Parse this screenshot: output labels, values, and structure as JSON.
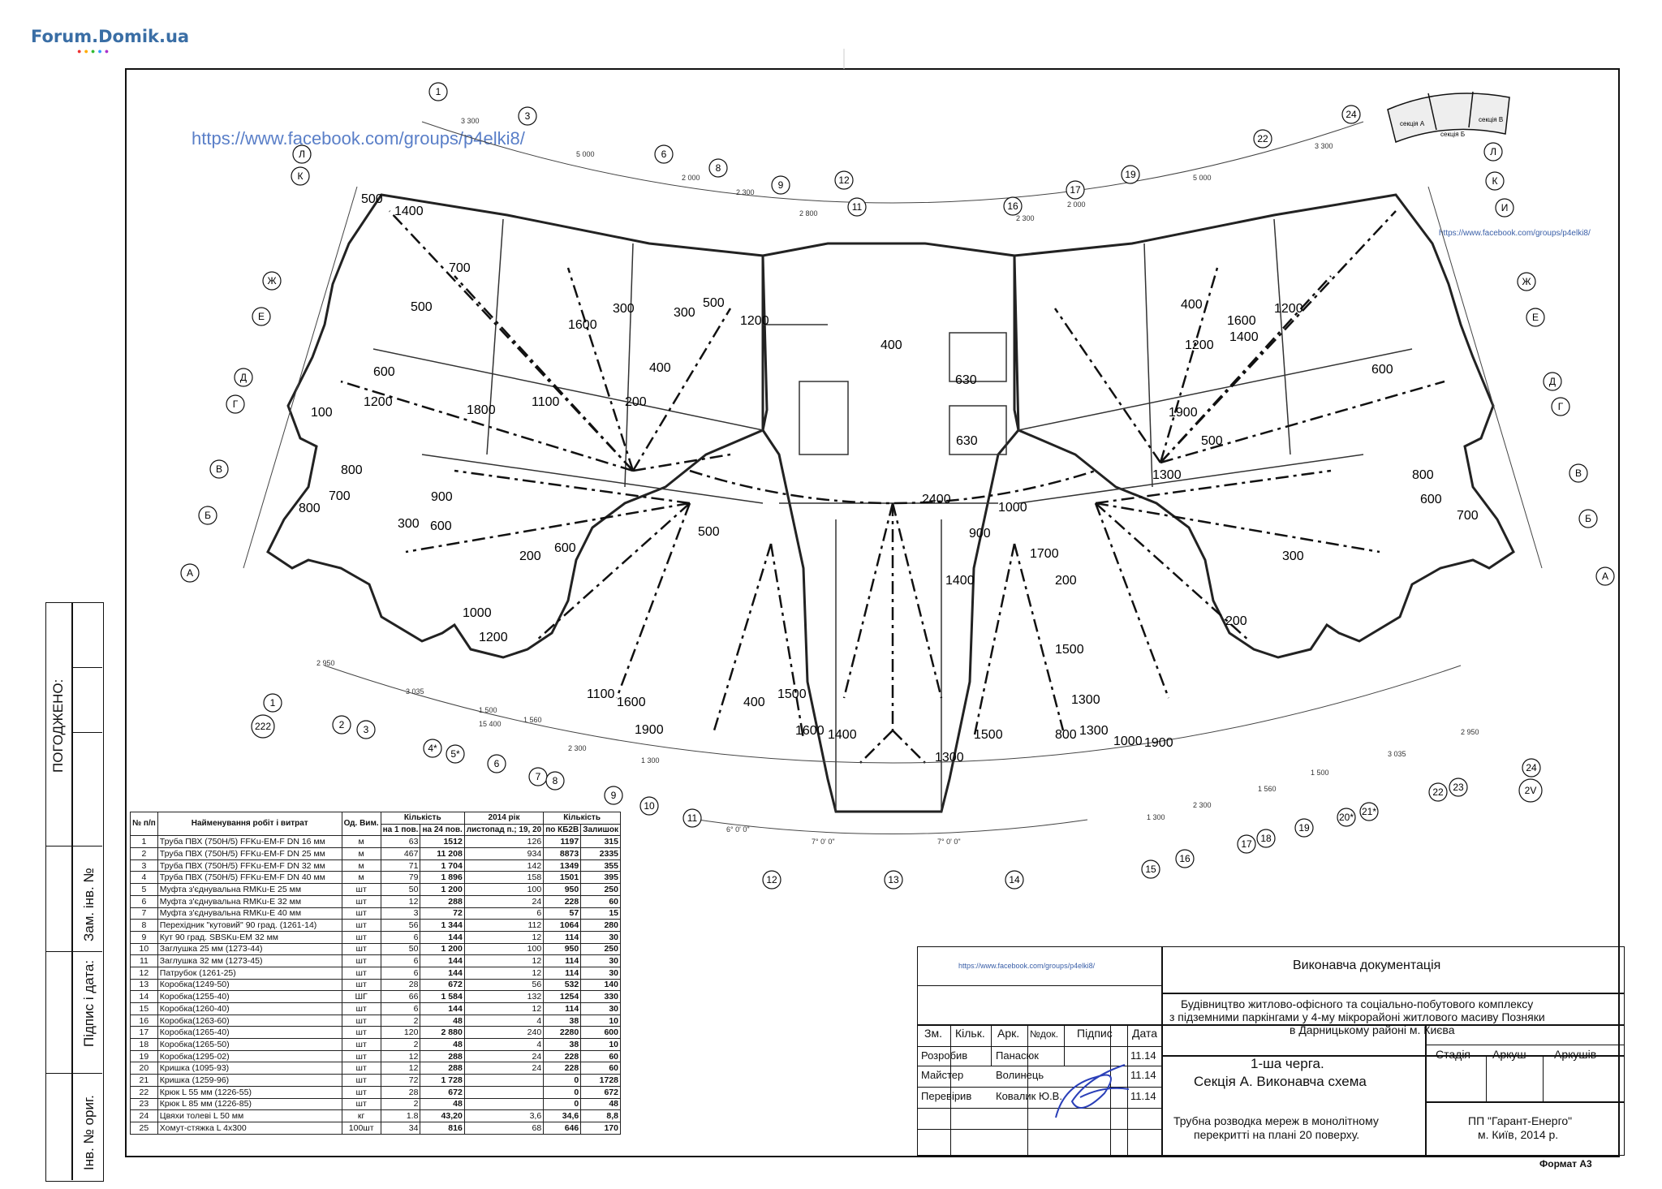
{
  "watermark": {
    "site": "Forum.Domik.ua",
    "fb_url": "https://www.facebook.com/groups/p4elki8/",
    "fb_url_small": "https://www.facebook.com/groups/p4elki8/"
  },
  "sidebar": {
    "pogodzheno": "ПОГОДЖЕНО:",
    "zam_inv": "Зам. інв. №",
    "pidpys_data": "Підпис і дата:",
    "inv_orig": "Інв. № ориг."
  },
  "grid_axes": {
    "top": [
      "1",
      "3",
      "6",
      "8",
      "9",
      "12",
      "11",
      "16",
      "17",
      "19",
      "22",
      "24"
    ],
    "bottom": [
      "1",
      "2",
      "3",
      "4*",
      "5*",
      "6",
      "7",
      "8",
      "9",
      "10",
      "11",
      "12",
      "13",
      "14",
      "15",
      "16",
      "17",
      "18",
      "19",
      "20*",
      "21*",
      "22",
      "23",
      "24"
    ],
    "left": [
      "Л",
      "К",
      "Ж",
      "Е",
      "Д",
      "Г",
      "В",
      "Б",
      "А"
    ],
    "right": [
      "Л",
      "К",
      "И",
      "Ж",
      "Е",
      "Д",
      "Г",
      "В",
      "Б",
      "А"
    ],
    "marks": [
      "222",
      "2V"
    ]
  },
  "plan_labels": [
    "500",
    "1400",
    "700",
    "500",
    "1600",
    "300",
    "300",
    "500",
    "1200",
    "100",
    "600",
    "1200",
    "1800",
    "1100",
    "400",
    "200",
    "800",
    "700",
    "900",
    "600",
    "800",
    "300",
    "500",
    "200",
    "600",
    "1000",
    "1200",
    "1100",
    "1600",
    "1500",
    "400",
    "1900",
    "1400",
    "1600",
    "1500",
    "1300",
    "800",
    "2400",
    "1000",
    "1900",
    "1300",
    "1700",
    "1500",
    "1000",
    "200",
    "1400",
    "1300",
    "400",
    "630",
    "630",
    "900",
    "1300",
    "200",
    "300",
    "500",
    "1200",
    "1600",
    "1900",
    "1200",
    "1400",
    "800",
    "600",
    "700",
    "600",
    "400"
  ],
  "dimensions": {
    "top": [
      "3 300",
      "5 000",
      "2 000",
      "2 300",
      "2 800",
      "2 300",
      "2 000",
      "5 000",
      "3 300"
    ],
    "bottom": [
      "2 950",
      "3 035",
      "1 500",
      "15 400",
      "1 560",
      "2 300",
      "1 300",
      "7° 0' 0\"",
      "7° 0' 0\"",
      "6° 0' 0\"",
      "1 300",
      "2 300",
      "1 560",
      "1 500",
      "3 035",
      "2 950"
    ]
  },
  "spec_table": {
    "headers": {
      "num": "№ п/п",
      "name": "Найменування робіт і витрат",
      "unit": "Од. Вим.",
      "qty_group": "Кількість",
      "per_floor": "на 1 пов.",
      "per_24": "на 24 пов.",
      "year_group": "2014 рік",
      "month": "листопад п.; 19, 20",
      "qty2_group": "Кількість",
      "kb": "по КБ2В",
      "rest": "Залишок"
    },
    "rows": [
      [
        "1",
        "Труба ПВХ (750Н/5) FFKu-EM-F DN 16 мм",
        "м",
        "63",
        "1512",
        "126",
        "1197",
        "315"
      ],
      [
        "2",
        "Труба ПВХ (750Н/5) FFKu-EM-F DN 25 мм",
        "м",
        "467",
        "11 208",
        "934",
        "8873",
        "2335"
      ],
      [
        "3",
        "Труба ПВХ (750Н/5) FFKu-EM-F DN 32 мм",
        "м",
        "71",
        "1 704",
        "142",
        "1349",
        "355"
      ],
      [
        "4",
        "Труба ПВХ (750Н/5) FFKu-EM-F DN 40 мм",
        "м",
        "79",
        "1 896",
        "158",
        "1501",
        "395"
      ],
      [
        "5",
        "Муфта з'єднувальна RMKu-E 25 мм",
        "шт",
        "50",
        "1 200",
        "100",
        "950",
        "250"
      ],
      [
        "6",
        "Муфта з'єднувальна RMKu-E 32 мм",
        "шт",
        "12",
        "288",
        "24",
        "228",
        "60"
      ],
      [
        "7",
        "Муфта з'єднувальна RMKu-E 40 мм",
        "шт",
        "3",
        "72",
        "6",
        "57",
        "15"
      ],
      [
        "8",
        "Перехідник \"кутовий\" 90 град. (1261-14)",
        "шт",
        "56",
        "1 344",
        "112",
        "1064",
        "280"
      ],
      [
        "9",
        "Кут 90 град. SBSKu-EM 32 мм",
        "шт",
        "6",
        "144",
        "12",
        "114",
        "30"
      ],
      [
        "10",
        "Заглушка 25 мм (1273-44)",
        "шт",
        "50",
        "1 200",
        "100",
        "950",
        "250"
      ],
      [
        "11",
        "Заглушка 32 мм (1273-45)",
        "шт",
        "6",
        "144",
        "12",
        "114",
        "30"
      ],
      [
        "12",
        "Патрубок (1261-25)",
        "шт",
        "6",
        "144",
        "12",
        "114",
        "30"
      ],
      [
        "13",
        "Коробка(1249-50)",
        "шт",
        "28",
        "672",
        "56",
        "532",
        "140"
      ],
      [
        "14",
        "Коробка(1255-40)",
        "ШГ",
        "66",
        "1 584",
        "132",
        "1254",
        "330"
      ],
      [
        "15",
        "Коробка(1260-40)",
        "шт",
        "6",
        "144",
        "12",
        "114",
        "30"
      ],
      [
        "16",
        "Коробка(1263-60)",
        "шт",
        "2",
        "48",
        "4",
        "38",
        "10"
      ],
      [
        "17",
        "Коробка(1265-40)",
        "шт",
        "120",
        "2 880",
        "240",
        "2280",
        "600"
      ],
      [
        "18",
        "Коробка(1265-50)",
        "шт",
        "2",
        "48",
        "4",
        "38",
        "10"
      ],
      [
        "19",
        "Коробка(1295-02)",
        "шт",
        "12",
        "288",
        "24",
        "228",
        "60"
      ],
      [
        "20",
        "Кришка (1095-93)",
        "шт",
        "12",
        "288",
        "24",
        "228",
        "60"
      ],
      [
        "21",
        "Кришка (1259-96)",
        "шт",
        "72",
        "1 728",
        "",
        "0",
        "1728"
      ],
      [
        "22",
        "Крюк L 55 мм (1226-55)",
        "шт",
        "28",
        "672",
        "",
        "0",
        "672"
      ],
      [
        "23",
        "Крюк L 85 мм (1226-85)",
        "шт",
        "2",
        "48",
        "",
        "0",
        "48"
      ],
      [
        "24",
        "Цвяхи толеві L 50 мм",
        "кг",
        "1.8",
        "43,20",
        "3,6",
        "34,6",
        "8,8"
      ],
      [
        "25",
        "Хомут-стяжка L 4х300",
        "100шт",
        "34",
        "816",
        "68",
        "646",
        "170"
      ]
    ]
  },
  "title_block": {
    "fb_url": "https://www.facebook.com/groups/p4elki8/",
    "doc_type": "Виконавча документація",
    "project_1": "Будівництво житлово-офісного та соціально-побутового комплексу",
    "project_2": "з підземними паркінгами у 4-му мікрорайоні житлового масиву Позняки",
    "project_3": "в Дарницькому районі м. Києва",
    "cols": {
      "zm": "Зм.",
      "kilk": "Кільк.",
      "ark": "Арк.",
      "ndok": "№док.",
      "pidpys": "Підпис",
      "data": "Дата"
    },
    "people": [
      {
        "role": "Розробив",
        "name": "Панасюк",
        "date": "11.14"
      },
      {
        "role": "Майстер",
        "name": "Волинець",
        "date": "11.14"
      },
      {
        "role": "Перевірив",
        "name": "Ковалик Ю.В.",
        "date": "11.14"
      }
    ],
    "stage_1": "1-ша черга.",
    "stage_2": "Секція  А. Виконавча схема",
    "stadiia": "Стадія",
    "arkush": "Аркуш",
    "arkushiv": "Аркушів",
    "desc_1": "Трубна розводка мереж в монолітному",
    "desc_2": "перекритті на плані 20 поверху.",
    "org_1": "ПП \"Гарант-Енерго\"",
    "org_2": "м. Київ, 2014 р."
  },
  "format": "Формат А3",
  "key_plan": {
    "label_a": "секція А",
    "label_b": "секція Б",
    "label_c": "секція В"
  }
}
